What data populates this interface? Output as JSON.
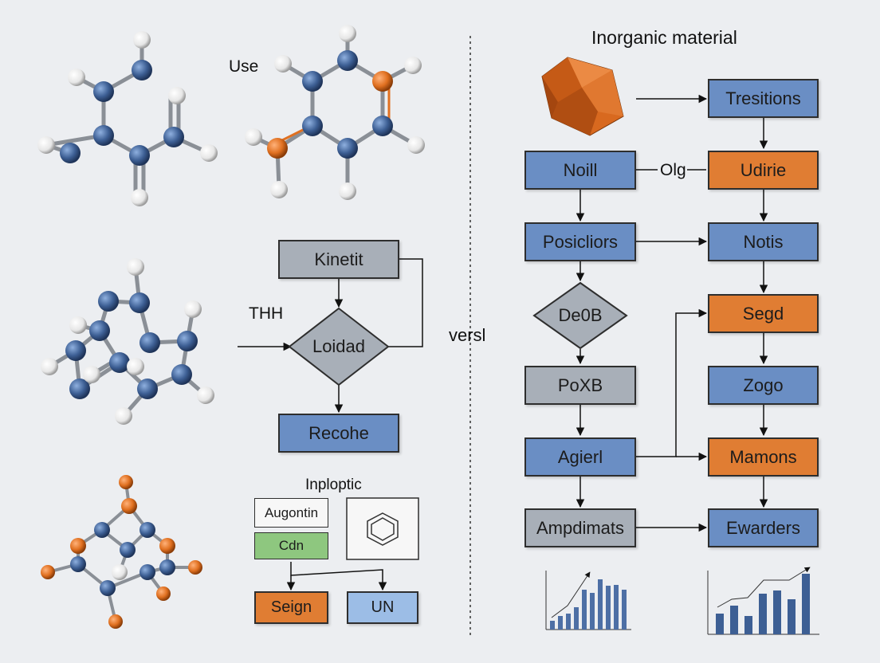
{
  "labels": {
    "use": "Use",
    "thh": "THH",
    "inorganic_title": "Inorganic material",
    "versl": "versl",
    "inploptic": "Inploptic",
    "olg": "Olg"
  },
  "left_flow": {
    "kinetit": "Kinetit",
    "loidad": "Loidad",
    "recohe": "Recohe"
  },
  "legend": {
    "augontin": "Augontin",
    "cdn": "Cdn",
    "seign": "Seign",
    "un": "UN"
  },
  "right_flow": {
    "noill": "Noill",
    "posicliors": "Posicliors",
    "de0b": "De0B",
    "poxb": "PoXB",
    "agierl": "Agierl",
    "ampdimats": "Ampdimats",
    "tresitions": "Tresitions",
    "udirie": "Udirie",
    "notis": "Notis",
    "segd": "Segd",
    "zogo": "Zogo",
    "mamons": "Mamons",
    "ewarders": "Ewarders"
  },
  "colors": {
    "blue": "#6a8ec4",
    "orange": "#e07d33",
    "gray": "#a8afb8",
    "light_blue": "#9cbde6",
    "green": "#8ec77f",
    "atom_blue": "#3d5f94",
    "atom_orange": "#e07020",
    "atom_white": "#f2f2f2"
  },
  "icons": [
    "benzene-ring-icon",
    "molecule-icon",
    "crystal-icon",
    "bar-chart-icon"
  ]
}
